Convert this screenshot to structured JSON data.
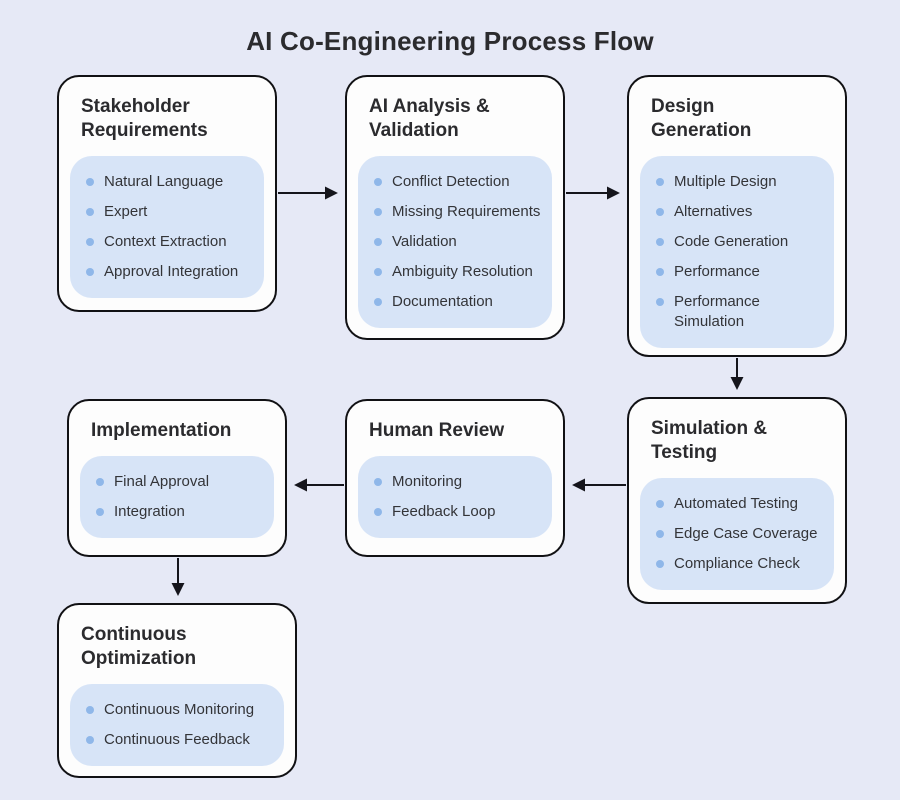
{
  "title": "AI Co-Engineering Process Flow",
  "colors": {
    "background": "#e6e9f6",
    "node_fill": "#fdfdfd",
    "node_border": "#111114",
    "panel_fill": "#d7e4f7",
    "bullet": "#8fb7e9",
    "arrow": "#15151c",
    "title_text": "#2b2b2e",
    "item_text": "#333438"
  },
  "nodes": [
    {
      "id": "stakeholder-requirements",
      "title": "Stakeholder Requirements",
      "items": [
        "Natural Language",
        "Expert",
        "Context Extraction",
        "Approval Integration"
      ]
    },
    {
      "id": "ai-analysis-validation",
      "title": "AI Analysis & Validation",
      "items": [
        "Conflict Detection",
        "Missing Requirements",
        "Validation",
        "Ambiguity Resolution",
        "Documentation"
      ]
    },
    {
      "id": "design-generation",
      "title": "Design Generation",
      "items": [
        "Multiple Design",
        "Alternatives",
        "Code Generation",
        "Performance",
        "Performance Simulation"
      ]
    },
    {
      "id": "simulation-testing",
      "title": "Simulation & Testing",
      "items": [
        "Automated Testing",
        "Edge Case Coverage",
        "Compliance Check"
      ]
    },
    {
      "id": "human-review",
      "title": "Human Review",
      "items": [
        "Monitoring",
        "Feedback Loop"
      ]
    },
    {
      "id": "implementation",
      "title": "Implementation",
      "items": [
        "Final Approval",
        "Integration"
      ]
    },
    {
      "id": "continuous-optimization",
      "title": "Continuous Optimization",
      "items": [
        "Continuous Monitoring",
        "Continuous Feedback"
      ]
    }
  ],
  "arrows": [
    {
      "from": "stakeholder-requirements",
      "to": "ai-analysis-validation",
      "direction": "right"
    },
    {
      "from": "ai-analysis-validation",
      "to": "design-generation",
      "direction": "right"
    },
    {
      "from": "design-generation",
      "to": "simulation-testing",
      "direction": "down"
    },
    {
      "from": "simulation-testing",
      "to": "human-review",
      "direction": "left"
    },
    {
      "from": "human-review",
      "to": "implementation",
      "direction": "left"
    },
    {
      "from": "implementation",
      "to": "continuous-optimization",
      "direction": "down"
    }
  ]
}
